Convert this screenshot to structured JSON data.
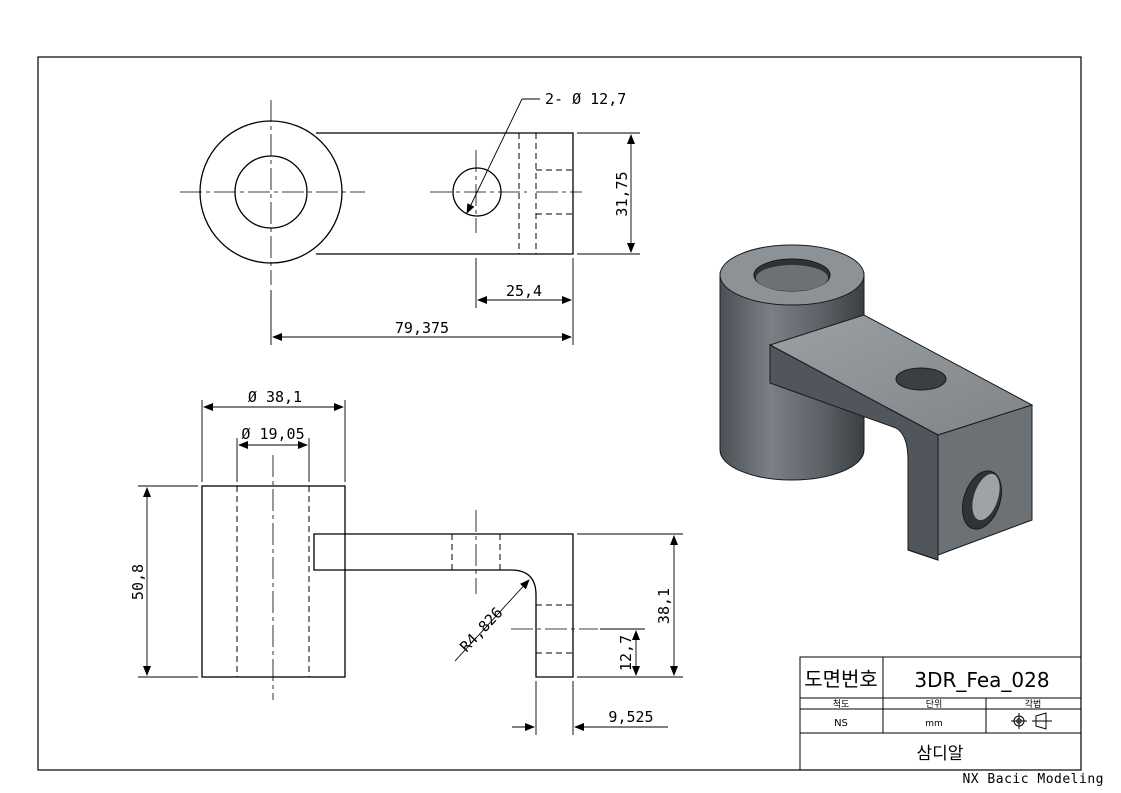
{
  "drawing": {
    "dimensions": {
      "top_hole_callout": "2- Ø 12,7",
      "top_height": "31,75",
      "top_offset": "25,4",
      "top_length": "79,375",
      "front_outer_dia": "Ø 38,1",
      "front_inner_dia": "Ø 19,05",
      "front_height": "50,8",
      "front_bend_radius": "R4,826",
      "front_arm_height": "38,1",
      "front_hole_height": "12,7",
      "front_thickness": "9,525"
    },
    "title_block": {
      "drawing_no_label": "도면번호",
      "drawing_no_value": "3DR_Fea_028",
      "scale_label": "척도",
      "unit_label": "단위",
      "projection_label": "각법",
      "scale_value": "NS",
      "unit_value": "mm",
      "projection_symbol": "third-angle-projection-icon",
      "part_name": "삼디알"
    },
    "footer": "NX Bacic Modeling",
    "colors": {
      "line": "#000000",
      "model_top": "#8a8f93",
      "model_front": "#5b6166",
      "model_side": "#3f4448"
    }
  }
}
